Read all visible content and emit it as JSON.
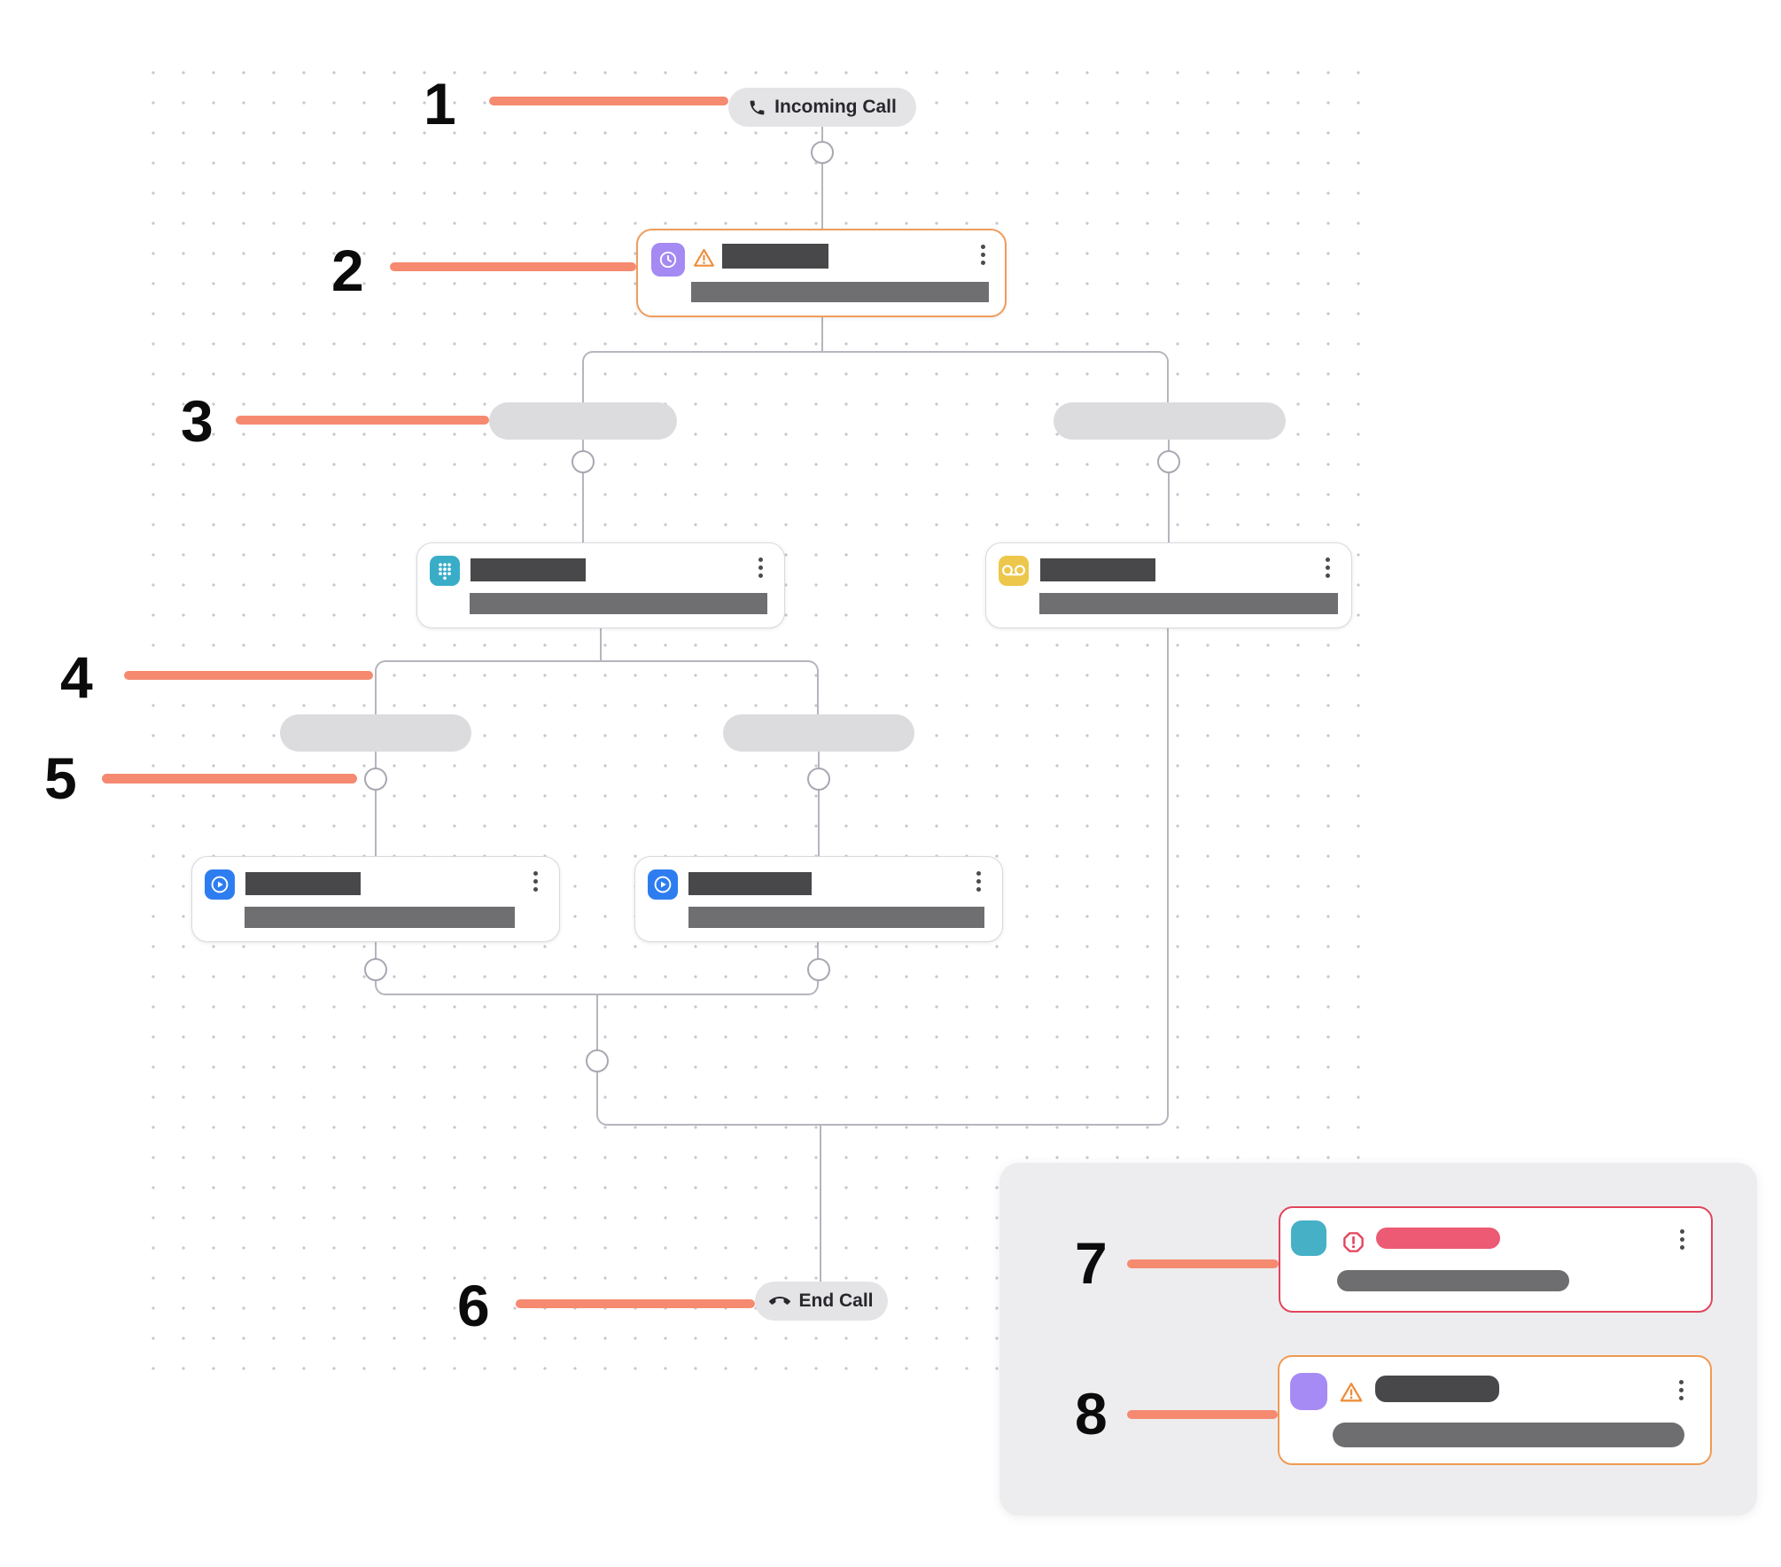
{
  "canvas": {
    "type": "call-flow-editor",
    "background": "#ffffff",
    "grid_dot_color": "#c7c7cc",
    "connector_color": "#b5b5be",
    "annotation_accent": "#f58a70"
  },
  "flow": {
    "start_pill": {
      "label": "Incoming Call",
      "icon": "incoming-call-icon",
      "bg": "#e4e4e7"
    },
    "end_pill": {
      "label": "End Call",
      "icon": "end-call-icon",
      "bg": "#e4e4e7"
    },
    "nodes": [
      {
        "id": "schedule-step",
        "icon": "clock-icon",
        "icon_bg": "#a48af2",
        "border": "#f09c5c",
        "warning": true,
        "title_redacted": true,
        "subtitle_redacted": true
      },
      {
        "id": "keypad-step",
        "icon": "dialpad-icon",
        "icon_bg": "#39adc8",
        "title_redacted": true,
        "subtitle_redacted": true
      },
      {
        "id": "voicemail-step",
        "icon": "voicemail-icon",
        "icon_bg": "#ecc74b",
        "title_redacted": true,
        "subtitle_redacted": true
      },
      {
        "id": "play-step-left",
        "icon": "play-icon",
        "icon_bg": "#2e7df0",
        "title_redacted": true,
        "subtitle_redacted": true
      },
      {
        "id": "play-step-right",
        "icon": "play-icon",
        "icon_bg": "#2e7df0",
        "title_redacted": true,
        "subtitle_redacted": true
      }
    ],
    "branch_pills_redacted": 4
  },
  "legend": {
    "error_node": {
      "icon_bg": "#45b0c6",
      "border": "#e2445c",
      "status_icon": "error-octagon-icon",
      "title_bar_color": "#ec5a74",
      "subtitle_bar_color": "#6e6e70"
    },
    "warning_node": {
      "icon_bg": "#a78bf5",
      "border": "#f09a52",
      "status_icon": "warning-triangle-icon",
      "title_bar_color": "#48484a",
      "subtitle_bar_color": "#6e6e70"
    }
  },
  "annotations": [
    {
      "number": "1"
    },
    {
      "number": "2"
    },
    {
      "number": "3"
    },
    {
      "number": "4"
    },
    {
      "number": "5"
    },
    {
      "number": "6"
    },
    {
      "number": "7"
    },
    {
      "number": "8"
    }
  ]
}
